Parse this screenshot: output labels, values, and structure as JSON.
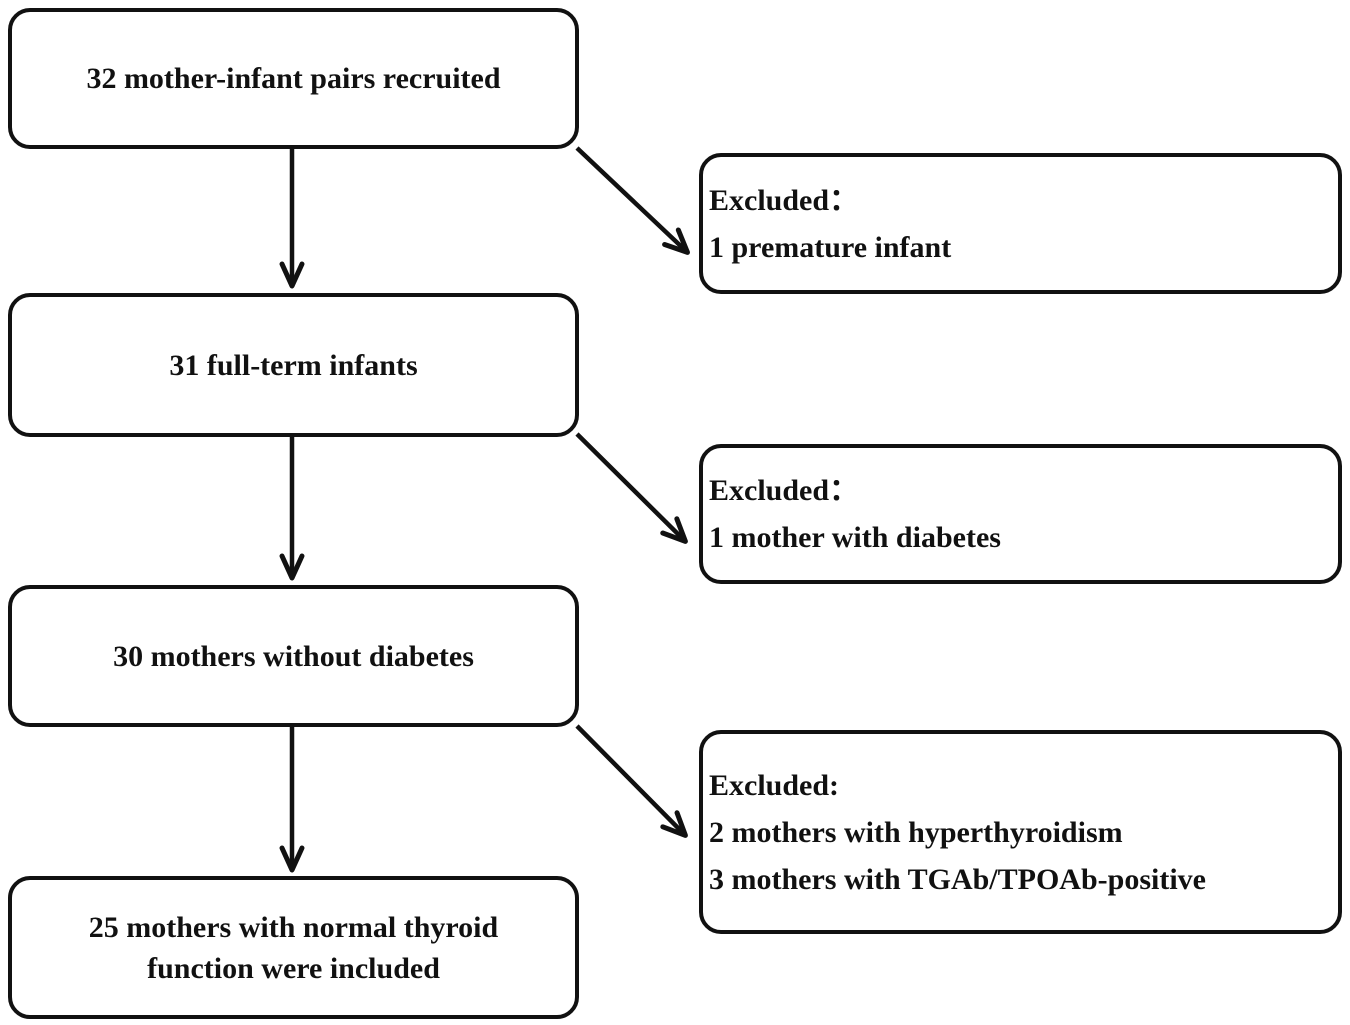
{
  "diagram": {
    "type": "recruitment-flowchart",
    "colors": {
      "border": "#111111",
      "background": "#ffffff",
      "text": "#111111"
    },
    "main_boxes": [
      {
        "label": "32 mother-infant pairs recruited"
      },
      {
        "label": "31 full-term infants"
      },
      {
        "label": "30 mothers without diabetes"
      },
      {
        "label": "25 mothers with normal thyroid function were included"
      }
    ],
    "exclusion_boxes": [
      {
        "title": "Excluded：",
        "items": [
          "1 premature infant"
        ]
      },
      {
        "title": "Excluded：",
        "items": [
          "1 mother with diabetes"
        ]
      },
      {
        "title": "Excluded:",
        "items": [
          "2 mothers with hyperthyroidism",
          "3 mothers with TGAb/TPOAb-positive"
        ]
      }
    ]
  }
}
